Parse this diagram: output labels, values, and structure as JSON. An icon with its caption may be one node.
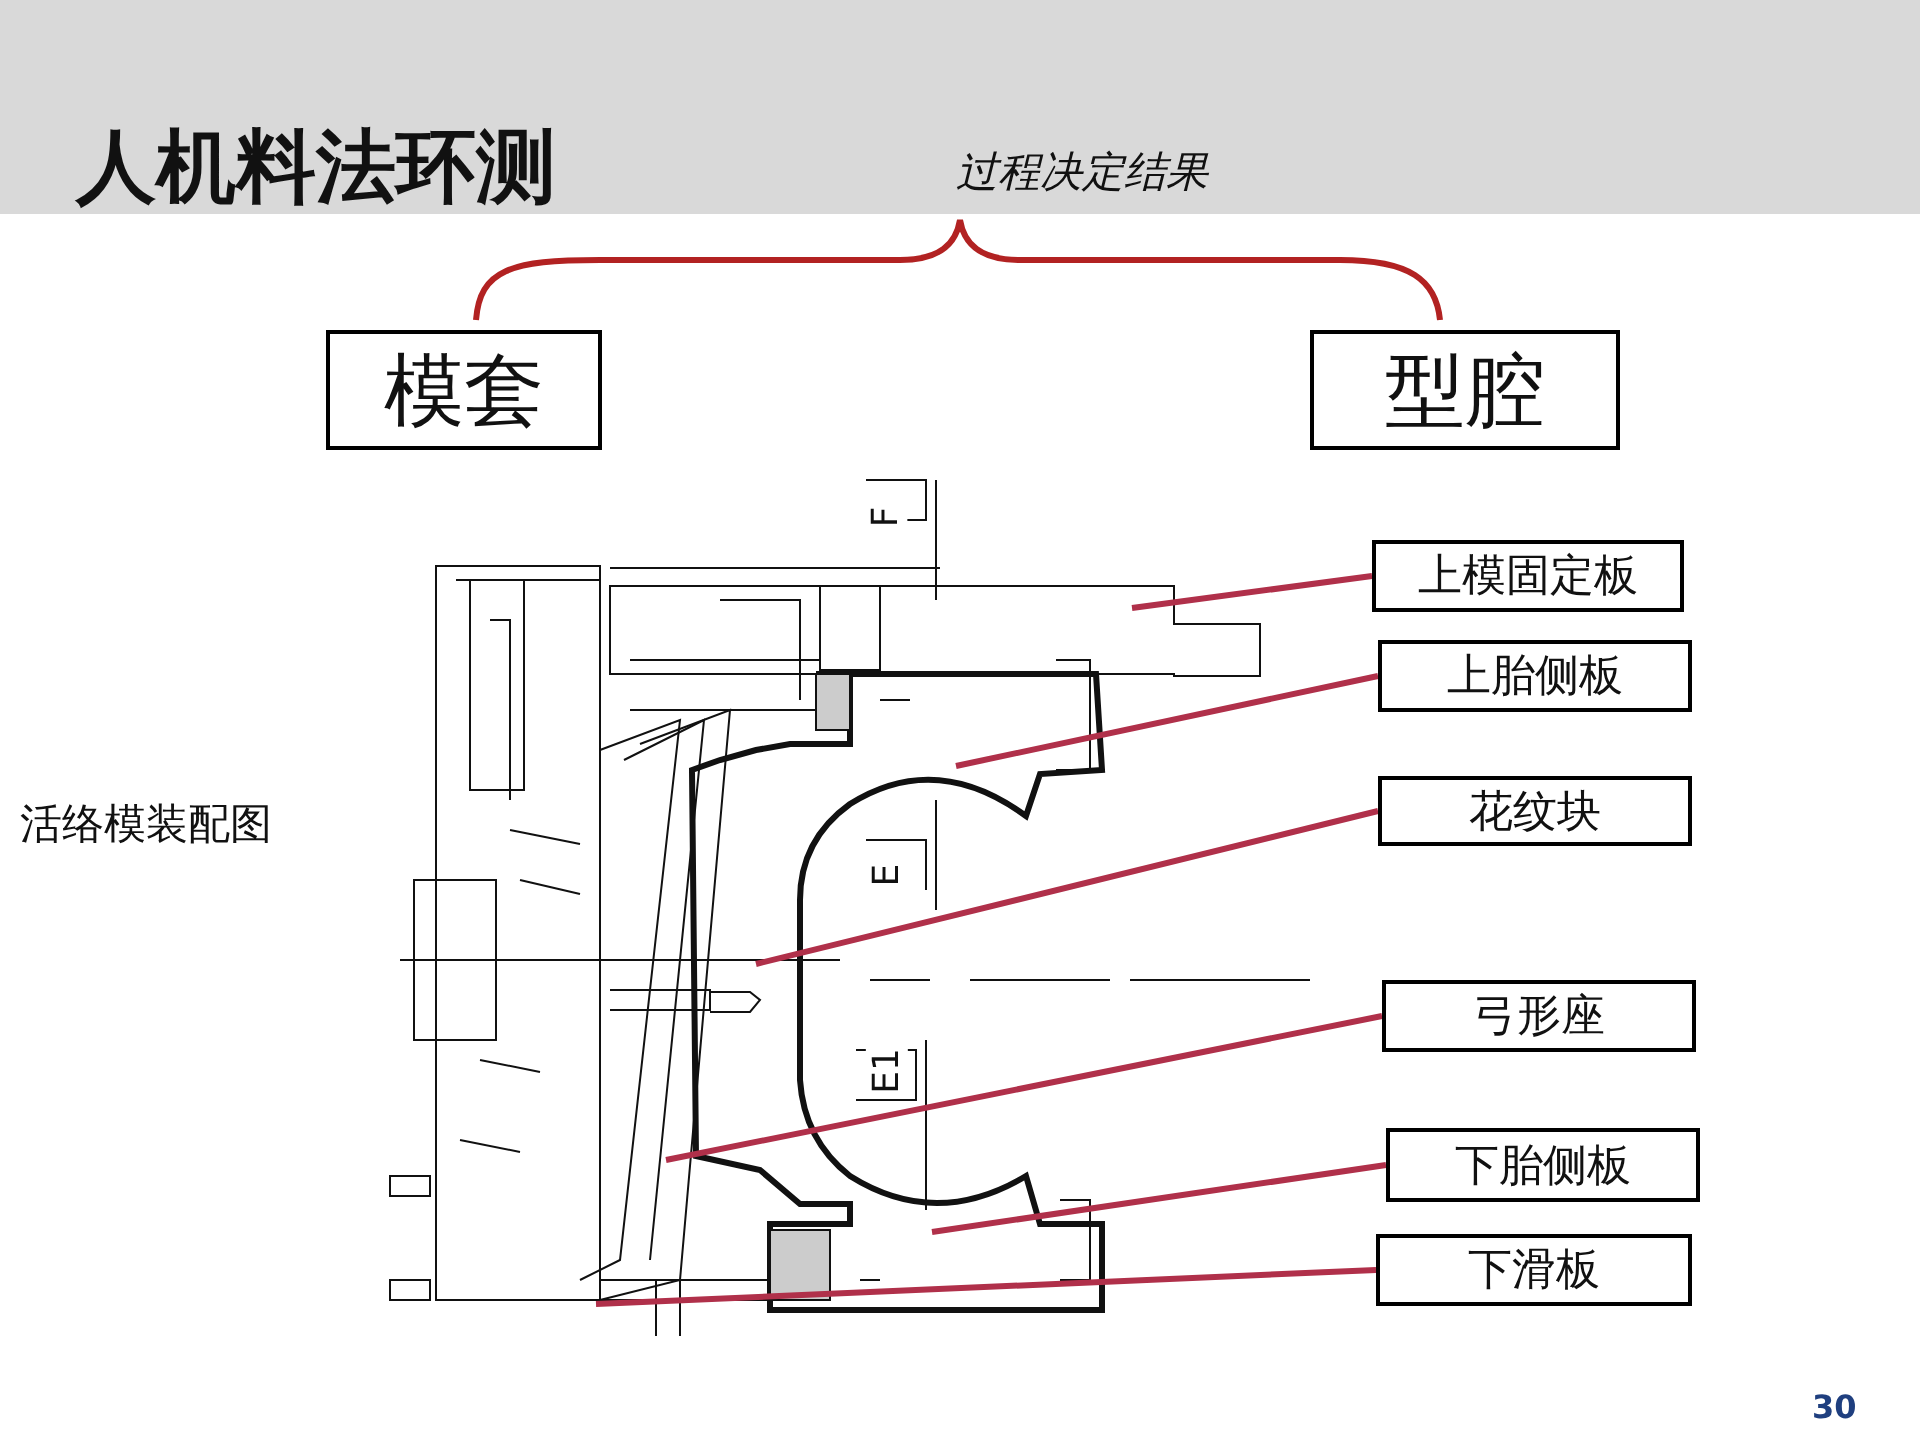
{
  "diagram": {
    "title": "人机料法环测",
    "nodes": [
      {
        "text": [
          "模套"
        ]
      },
      {
        "text": [
          "型腔"
        ]
      },
      {
        "text": [
          "上模固定板"
        ]
      },
      {
        "text": [
          "上胎侧板"
        ]
      },
      {
        "text": [
          "花纹块"
        ]
      },
      {
        "text": [
          "弓形座"
        ]
      },
      {
        "text": [
          "下胎侧板"
        ]
      },
      {
        "text": [
          "下滑板"
        ]
      }
    ],
    "edges": [
      {
        "from": 2,
        "to": null,
        "arrow": "none"
      },
      {
        "from": 3,
        "to": null,
        "arrow": "none"
      },
      {
        "from": 4,
        "to": null,
        "arrow": "none"
      },
      {
        "from": 5,
        "to": null,
        "arrow": "none"
      },
      {
        "from": 6,
        "to": null,
        "arrow": "none"
      },
      {
        "from": 7,
        "to": null,
        "arrow": "none"
      }
    ],
    "labels": [
      "过程决定结果",
      "活络模装配图",
      "F",
      "E",
      "E1",
      "30"
    ]
  }
}
